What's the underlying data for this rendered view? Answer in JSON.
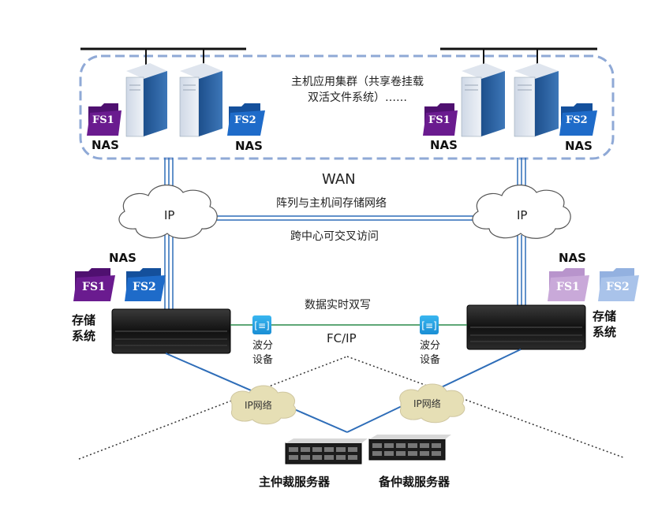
{
  "cluster": {
    "description": "主机应用集群（共享卷挂载双活文件系统）……"
  },
  "network": {
    "wan": "WAN",
    "host_storage_network": "阵列与主机间存储网络",
    "cross_dc_access": "跨中心可交叉访问",
    "ip_left": "IP",
    "ip_right": "IP"
  },
  "replication": {
    "realtime_dual_write": "数据实时双写",
    "link": "FC/IP"
  },
  "sites": {
    "left": {
      "nas_top": "NAS",
      "nas_mid": "NAS",
      "storage": "存储系统",
      "wdm": "波分设备"
    },
    "right": {
      "nas_top": "NAS",
      "nas_mid": "NAS",
      "storage": "存储系统",
      "wdm": "波分设备"
    }
  },
  "folders": {
    "fs1": "FS1",
    "fs2": "FS2"
  },
  "quorum": {
    "ip_network_left": "IP网络",
    "ip_network_right": "IP网络",
    "primary_server": "主仲裁服务器",
    "backup_server": "备仲裁服务器"
  },
  "colors": {
    "cluster_border": "#8fa9d6",
    "link_blue": "#2e6db8",
    "folder_purple": "#6a1b8f",
    "folder_blue": "#1e6bc9",
    "folder_faded_purple": "#c9a9d9",
    "folder_faded_blue": "#a9c3ea",
    "cloud_ip": "#ffffff",
    "cloud_ipnet": "#e6dfb5"
  }
}
